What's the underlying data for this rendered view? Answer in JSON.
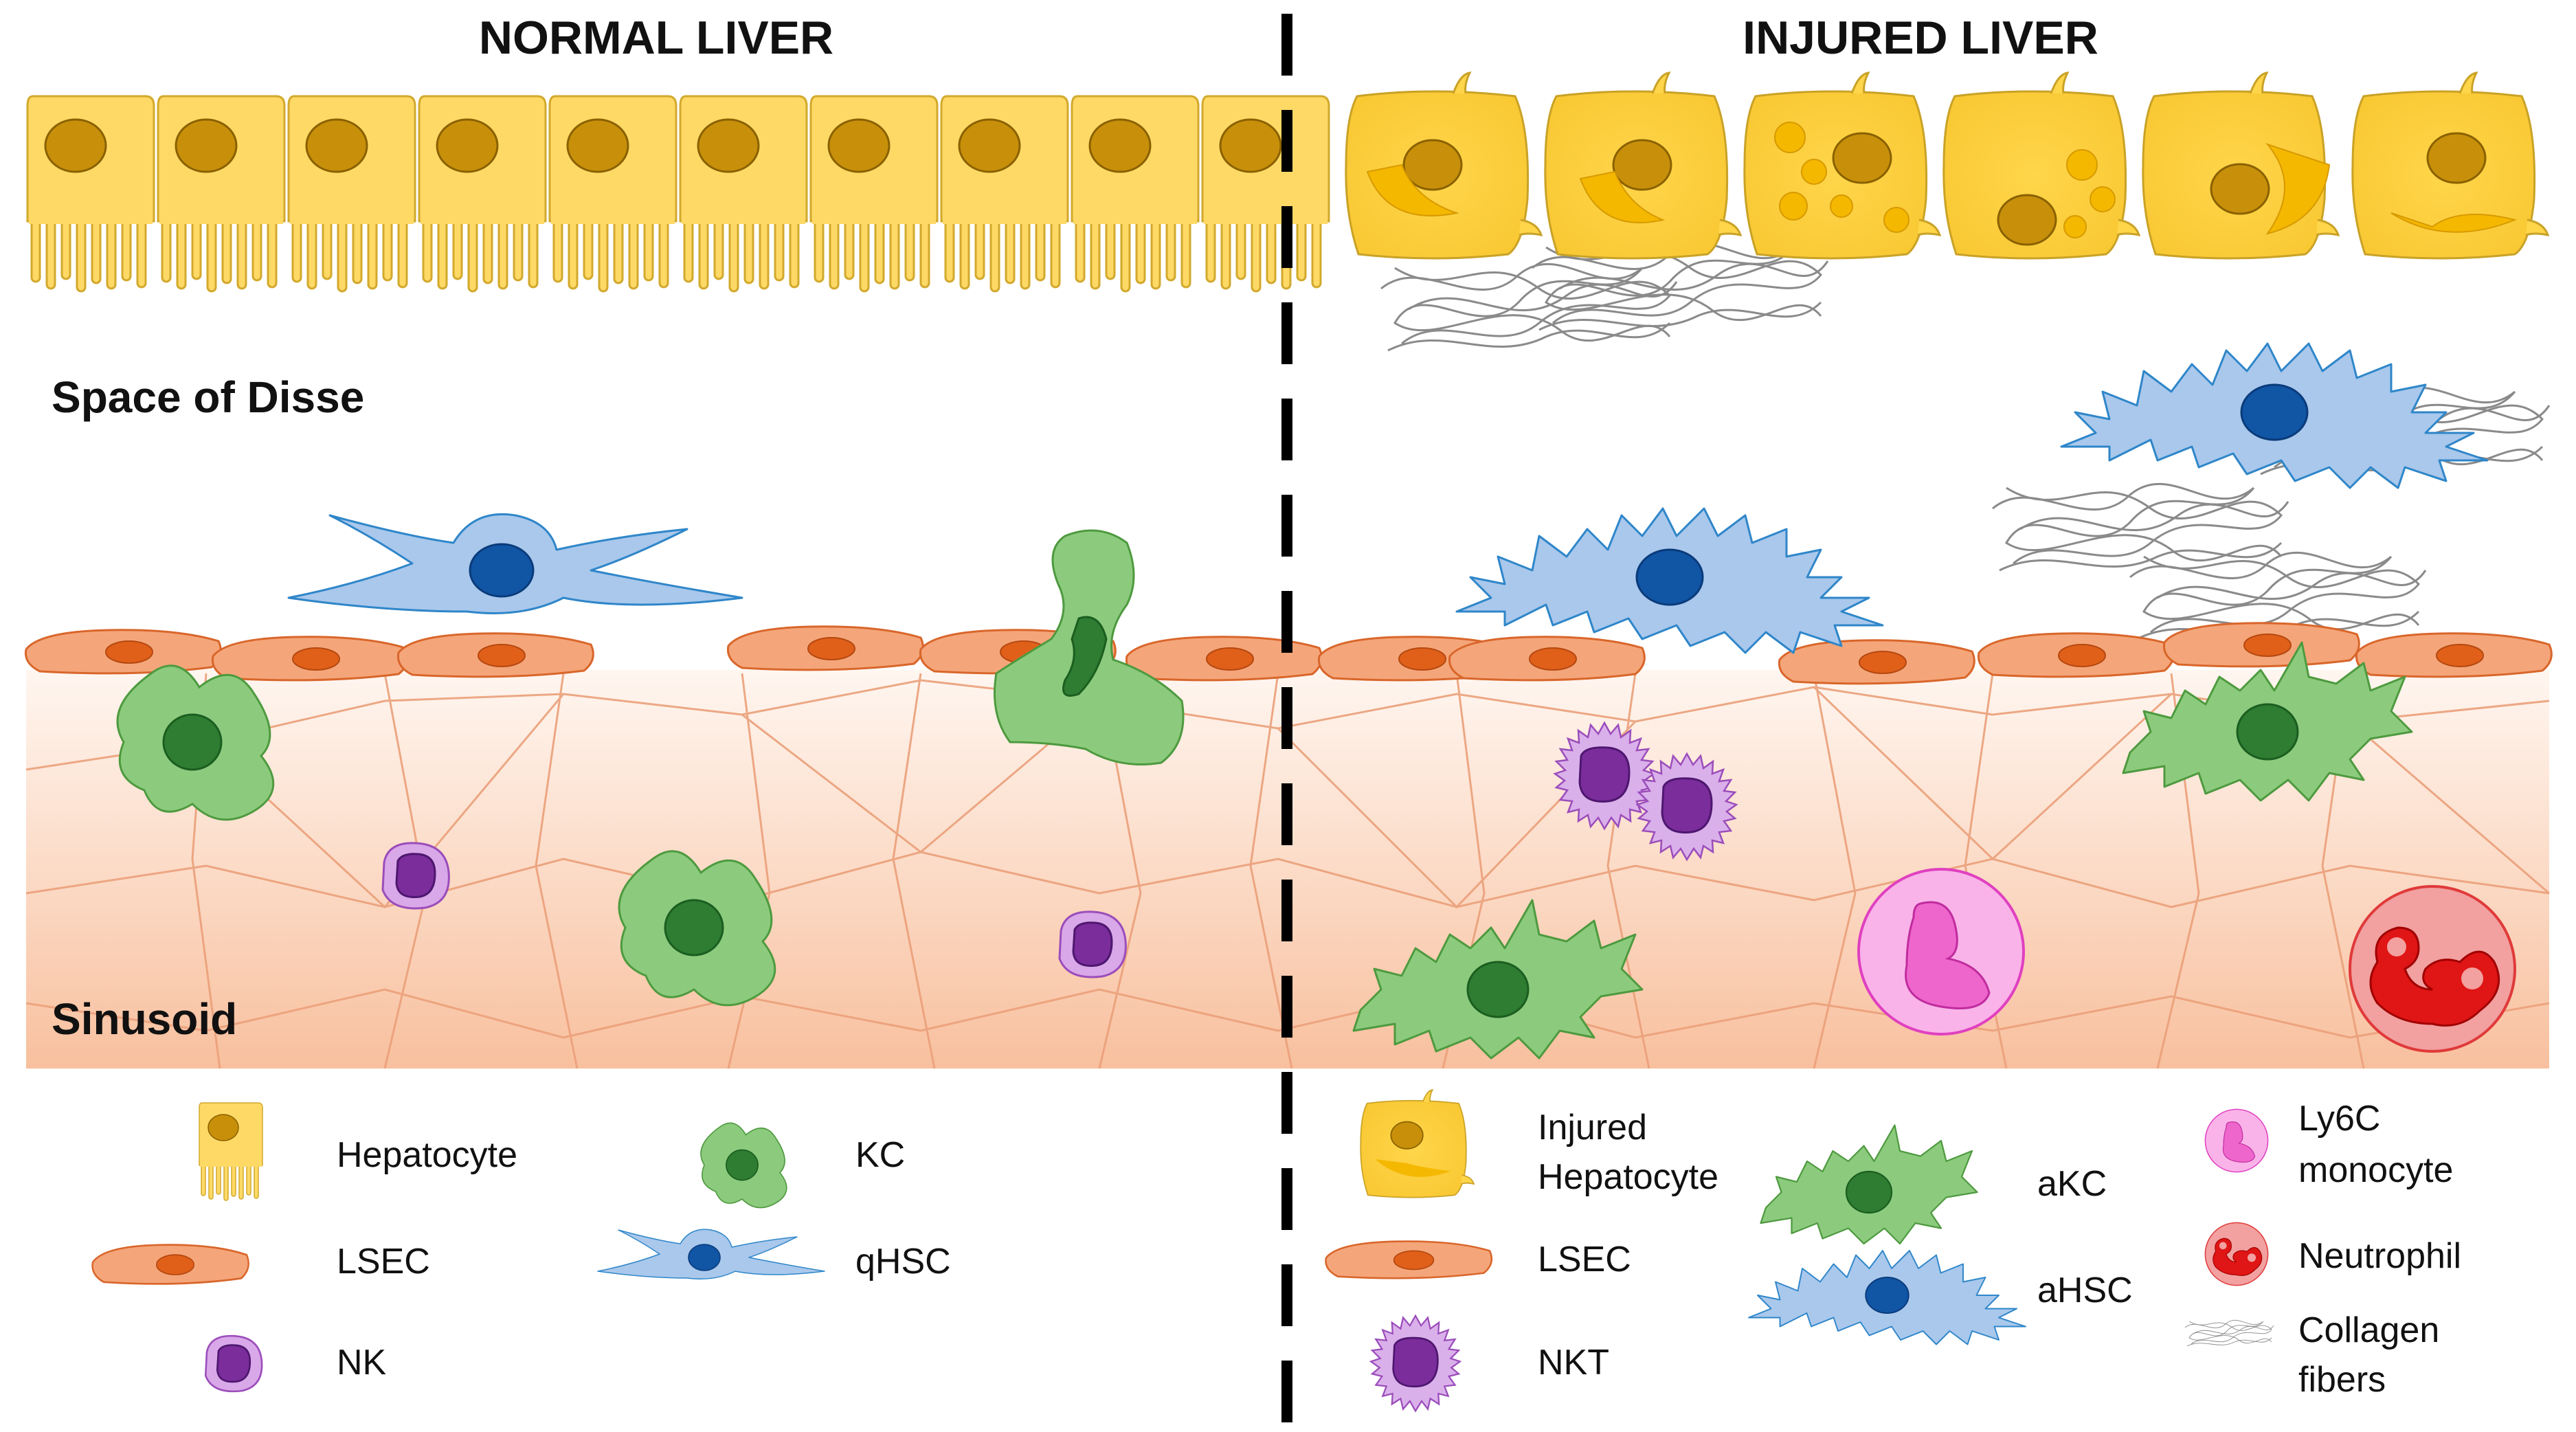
{
  "headers": {
    "normal": "NORMAL LIVER",
    "injured": "INJURED LIVER"
  },
  "regions": {
    "disse": "Space of Disse",
    "sinusoid": "Sinusoid"
  },
  "legend": {
    "normal": {
      "hepatocyte": "Hepatocyte",
      "lsec": "LSEC",
      "nk": "NK",
      "kc": "KC",
      "qhsc": "qHSC"
    },
    "injured": {
      "injured_hepatocyte_line1": "Injured",
      "injured_hepatocyte_line2": "Hepatocyte",
      "lsec": "LSEC",
      "nkt": "NKT",
      "akc": "aKC",
      "ahsc": "aHSC",
      "ly6c_line1": "Ly6C",
      "ly6c_line2": "monocyte",
      "neutrophil": "Neutrophil",
      "collagen_line1": "Collagen",
      "collagen_line2": "fibers"
    }
  },
  "colors": {
    "hepatocyte_fill": "#FFD966",
    "hepatocyte_stroke": "#C9A227",
    "nucleus": "#C8900A",
    "lsec_fill": "#F4A67A",
    "lsec_stroke": "#D9662B",
    "kc_fill": "#8CCB7E",
    "kc_nucleus": "#2E7D32",
    "hsc_fill": "#A9C8EC",
    "hsc_nucleus": "#1155A5",
    "nk_fill": "#D9A8E8",
    "nk_nucleus": "#7B2D9B",
    "ly6c_fill": "#F9B3E9",
    "ly6c_nucleus": "#EE66CC",
    "neutrophil_fill": "#F2A0A0",
    "neutrophil_nucleus": "#E01515",
    "collagen": "#888888",
    "sinusoid_top": "#FFF3EC",
    "sinusoid_bottom": "#F8C4A4"
  }
}
